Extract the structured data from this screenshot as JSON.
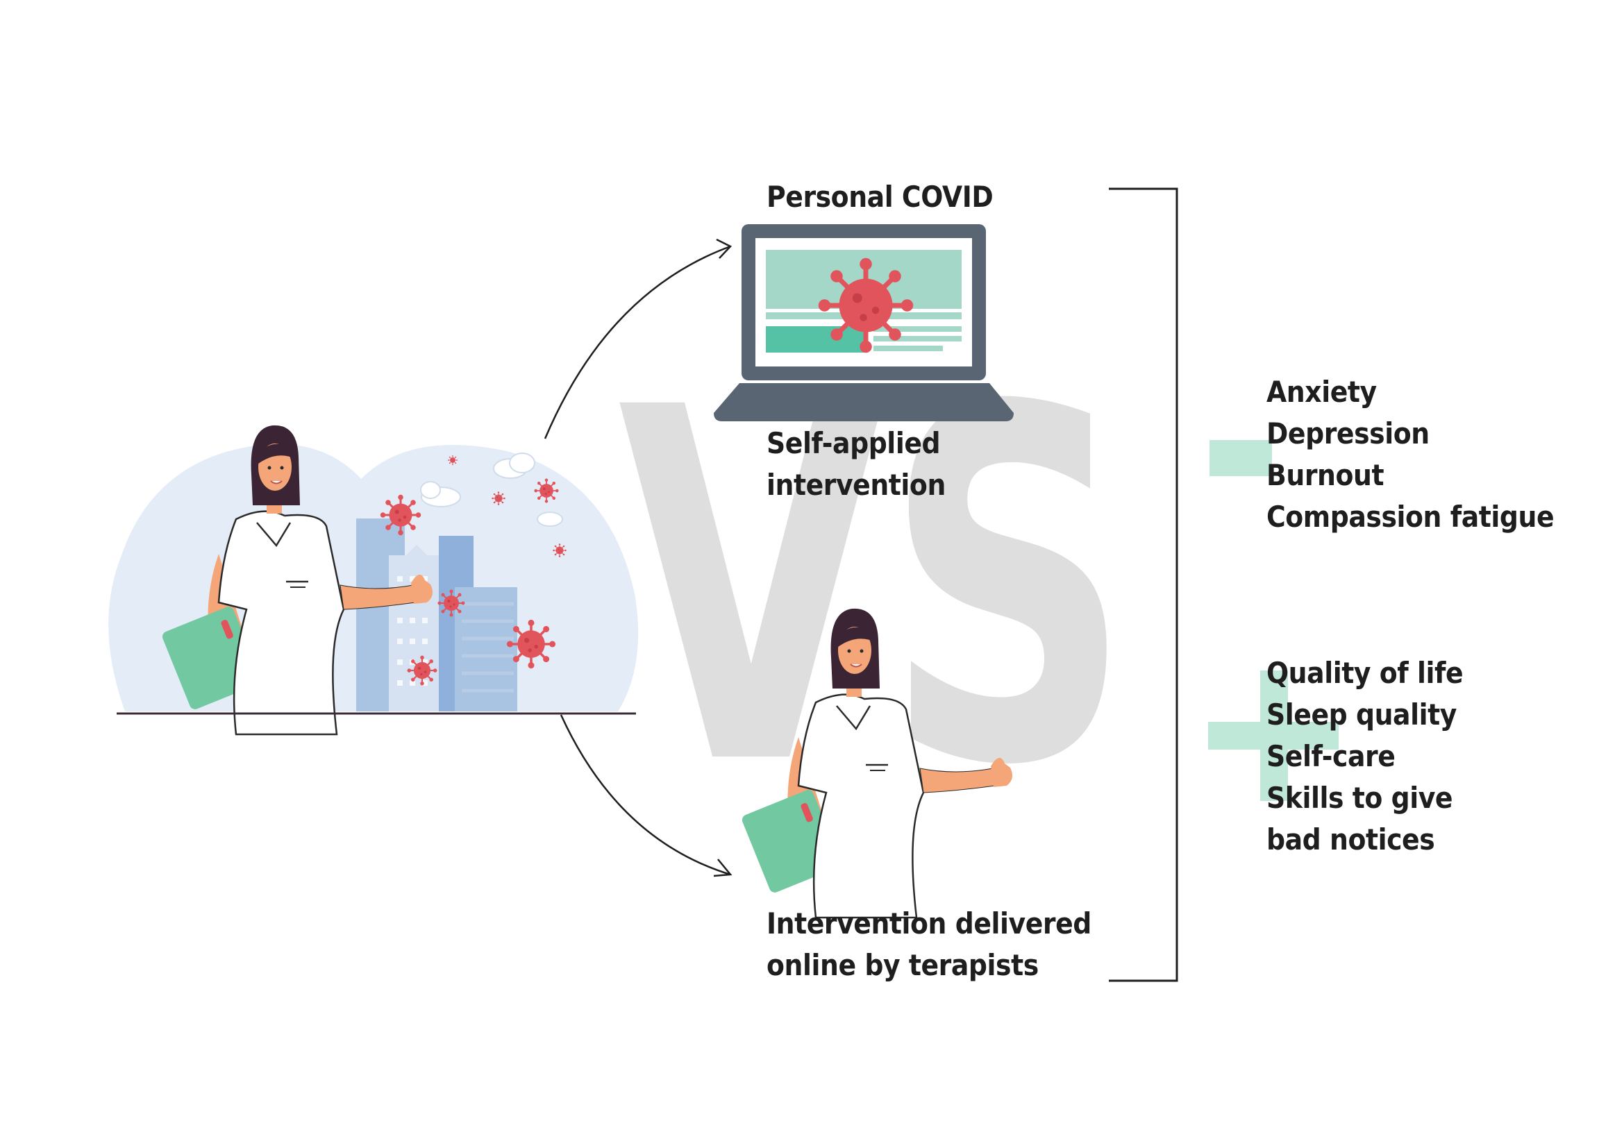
{
  "diagram": {
    "vs_text": "VS",
    "top_option": {
      "title": "Personal COVID",
      "caption_lines": [
        "Self-applied",
        "intervention"
      ]
    },
    "bottom_option": {
      "caption_lines": [
        "Intervention delivered",
        "online by terapists"
      ]
    },
    "negative_outcomes": {
      "symbol": "minus",
      "items": [
        "Anxiety",
        "Depression",
        "Burnout",
        "Compassion fatigue"
      ]
    },
    "positive_outcomes": {
      "symbol": "plus",
      "items": [
        "Quality of life",
        "Sleep quality",
        "Self-care",
        "Skills to give",
        "bad notices"
      ]
    }
  },
  "colors": {
    "text": "#1e1e1e",
    "vs_letters": "#dedede",
    "mint": "#bfe8d9",
    "laptop_frame": "#5a6573",
    "screen_band": "#a4d7c8",
    "screen_bar": "#55c2a6",
    "virus": "#e2545c",
    "buildings": "#a9c3e3",
    "cloud_blob": "#e3ecf7",
    "skin": "#f5a679",
    "hair": "#3b2433",
    "clipboard": "#72c8a0"
  },
  "icons": [
    "nurse-icon",
    "city-buildings-icon",
    "virus-icon",
    "laptop-icon",
    "arrow-icon",
    "bracket-icon",
    "minus-icon",
    "plus-icon"
  ]
}
